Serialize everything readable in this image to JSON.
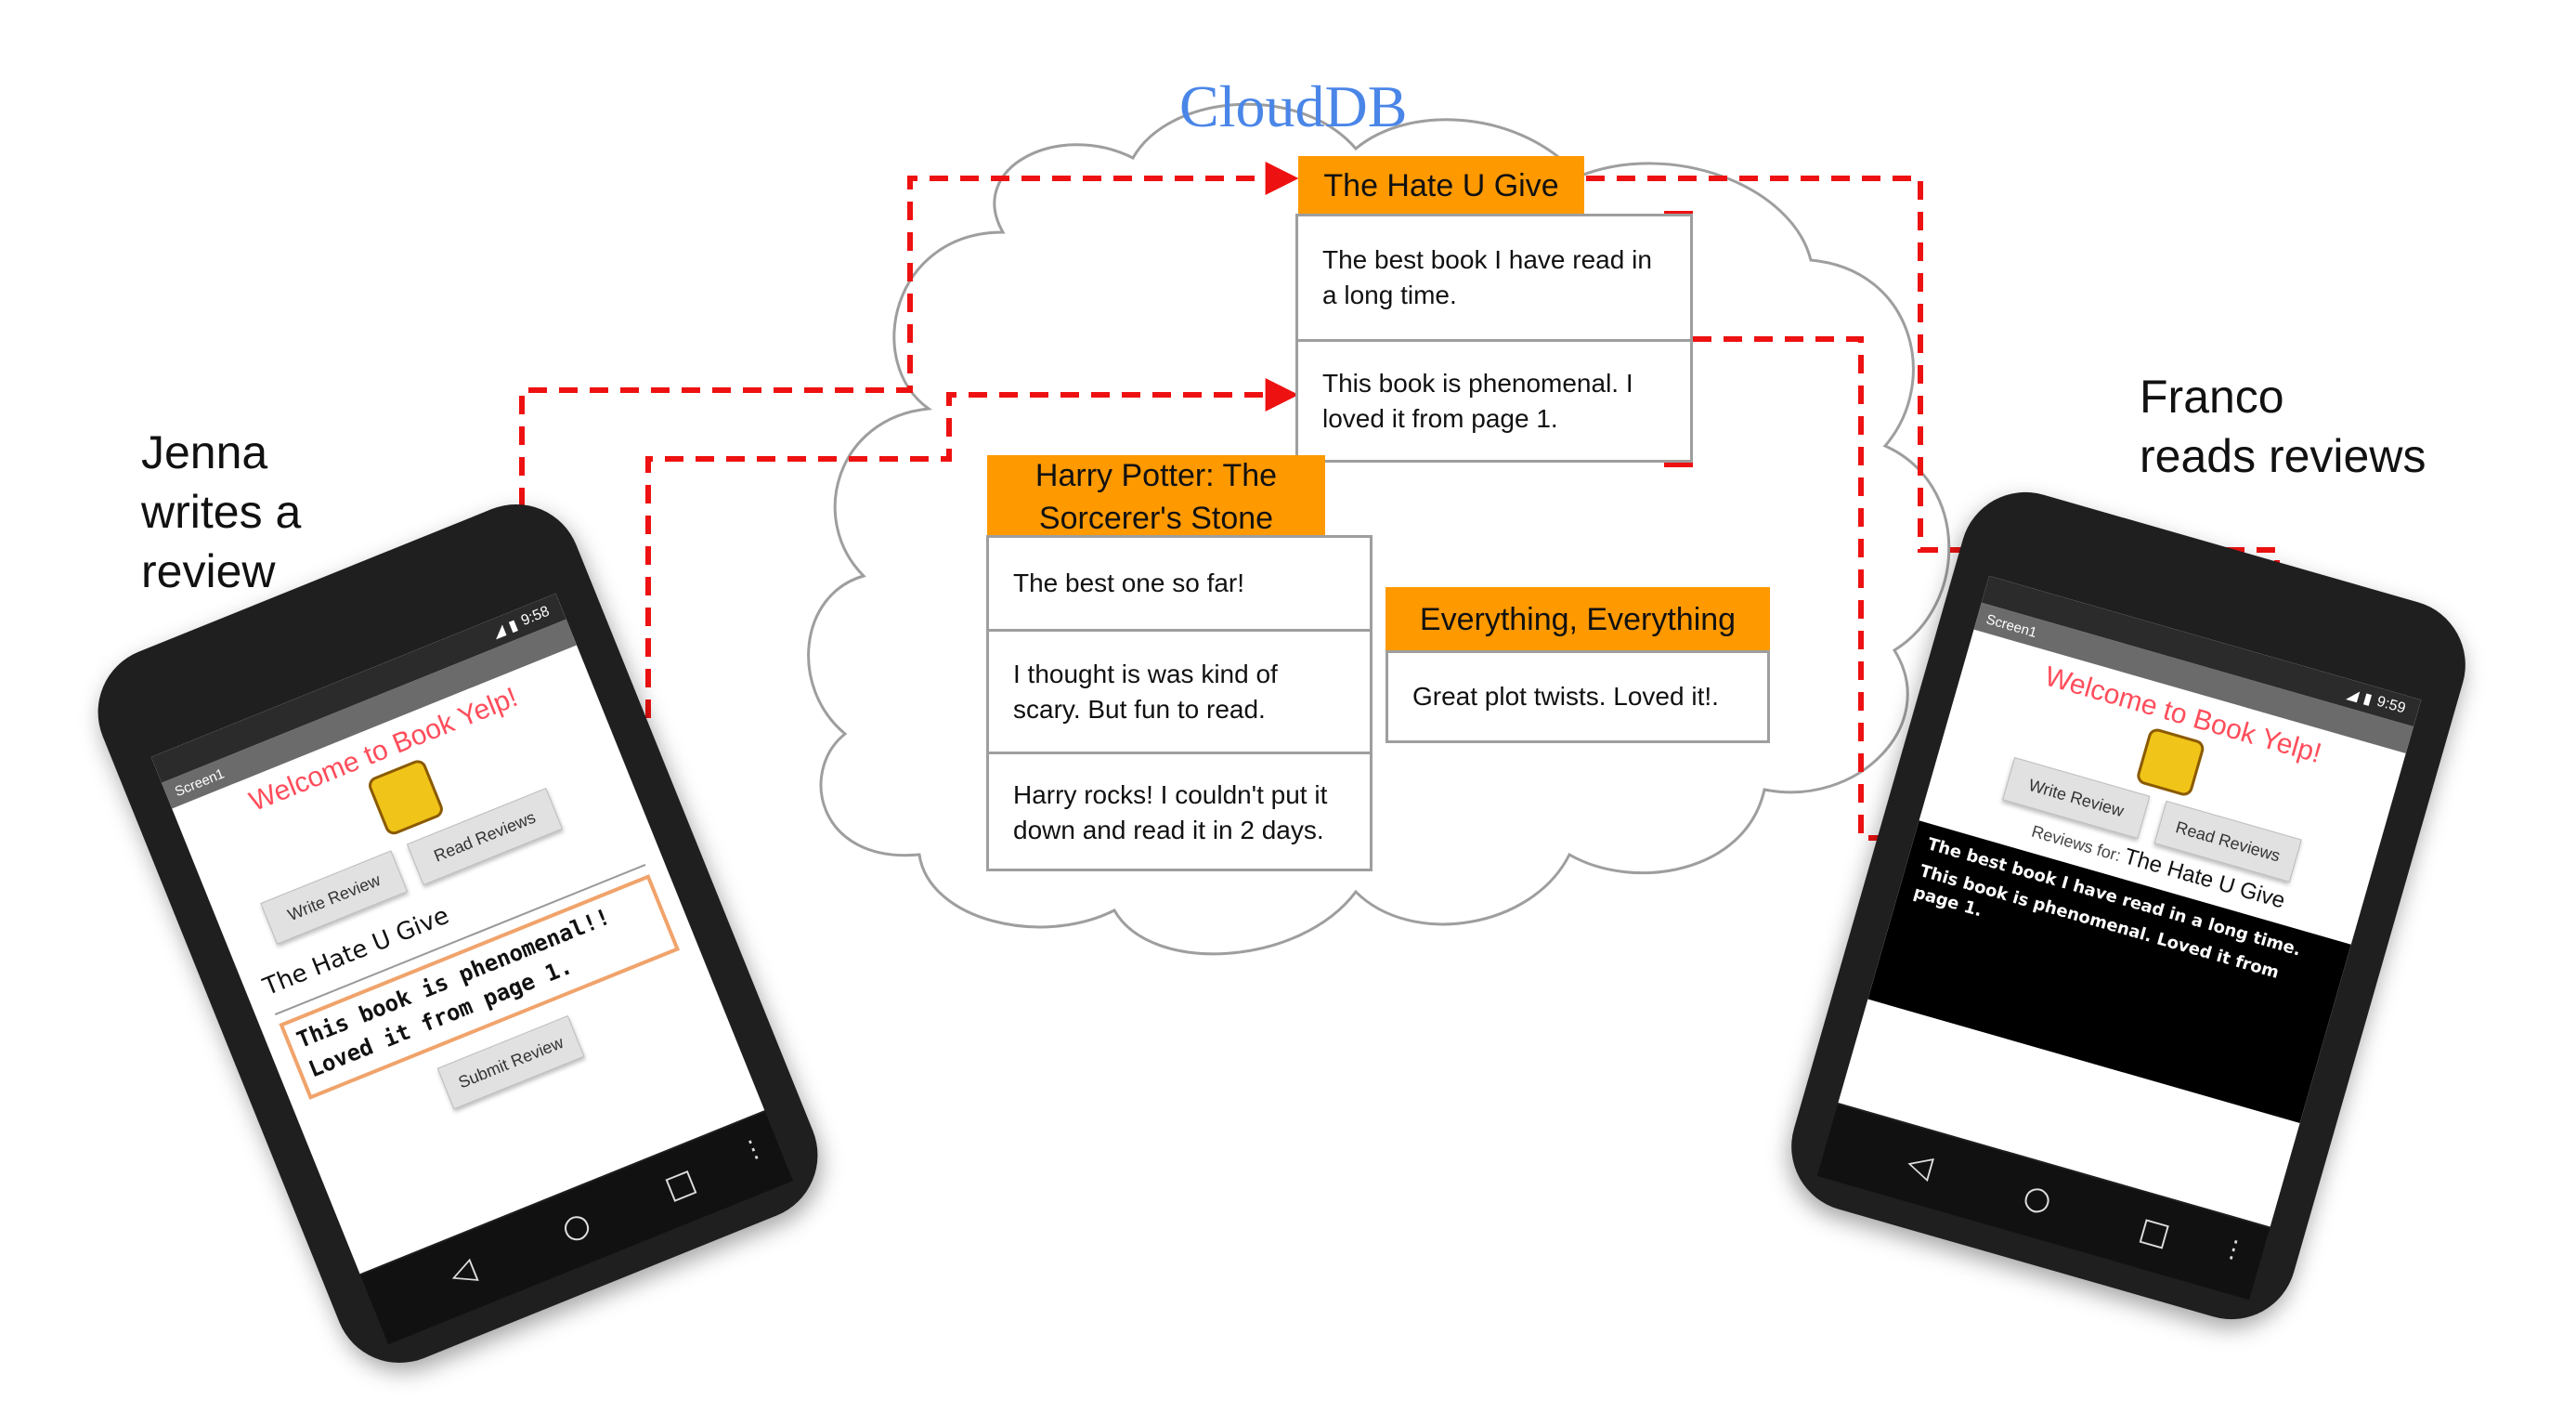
{
  "cloud": {
    "title": "CloudDB"
  },
  "jenna": {
    "label_lines": [
      "Jenna",
      "writes a",
      "review"
    ]
  },
  "franco": {
    "label_lines": [
      "Franco",
      "reads reviews"
    ]
  },
  "books": [
    {
      "title": "The Hate U Give",
      "reviews": [
        "The best book I have read in a long time.",
        "This book is phenomenal. I loved it from page 1."
      ]
    },
    {
      "title": "Harry Potter: The Sorcerer's Stone",
      "reviews": [
        "The best one so far!",
        "I thought is was kind of scary. But fun to read.",
        "Harry rocks! I couldn't put it down and read it in 2 days."
      ]
    },
    {
      "title": "Everything, Everything",
      "reviews": [
        "Great plot twists. Loved it!."
      ]
    }
  ],
  "phone_left": {
    "status_time": "9:58",
    "screen_name": "Screen1",
    "welcome": "Welcome to Book Yelp!",
    "write_button": "Write Review",
    "read_button": "Read Reviews",
    "title_field": "The Hate U Give",
    "review_field": "This book is phenomenal!! Loved it from page 1.",
    "submit_button": "Submit Review"
  },
  "phone_right": {
    "status_time": "9:59",
    "screen_name": "Screen1",
    "welcome": "Welcome to Book Yelp!",
    "write_button": "Write Review",
    "read_button": "Read Reviews",
    "reviews_for_prefix": "Reviews for:",
    "reviews_for_title": "The Hate U Give",
    "review_lines": [
      "The best book I have read in a long time.",
      "This book is phenomenal. Loved it from page 1."
    ]
  },
  "colors": {
    "tag": "#ff9900",
    "arrow": "#ee1111",
    "cloud_outline": "#9e9e9e",
    "title": "#4a86e8",
    "welcome": "#ff4d5b"
  },
  "icons": [
    "book-mascot-icon",
    "back-nav-icon",
    "home-nav-icon",
    "recents-nav-icon",
    "menu-dots-icon",
    "battery-icon",
    "signal-icon"
  ]
}
